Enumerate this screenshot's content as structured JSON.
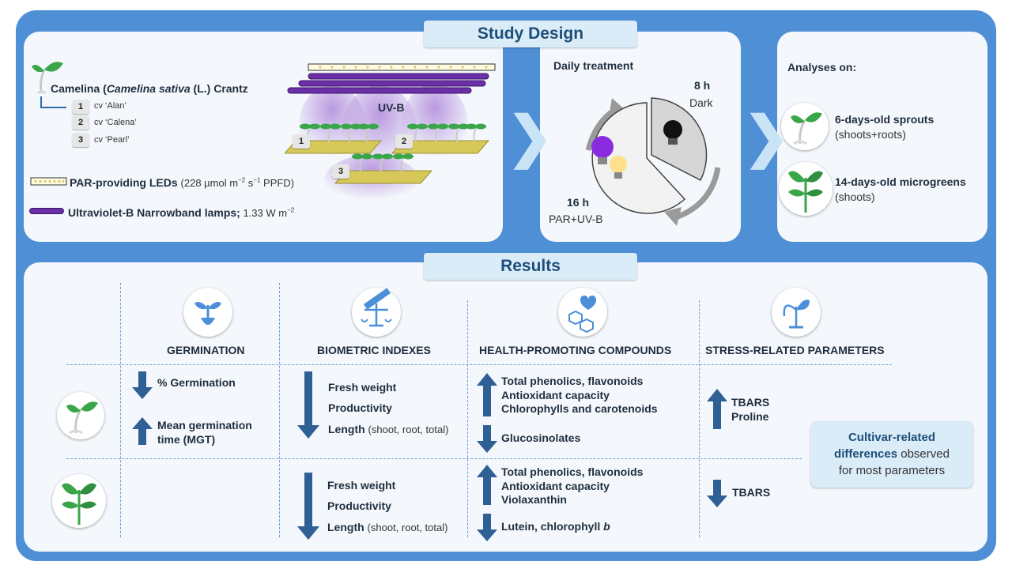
{
  "titles": {
    "study_design": "Study Design",
    "results": "Results"
  },
  "design": {
    "species_common": "Camelina",
    "species_latin": "Camelina sativa",
    "species_author": "(L.) Crantz",
    "cultivars": [
      {
        "num": "1",
        "label": "cv ‘Alan’"
      },
      {
        "num": "2",
        "label": "cv ‘Calena’"
      },
      {
        "num": "3",
        "label": "cv ‘Pearl’"
      }
    ],
    "uvb_label": "UV-B",
    "par_name": "PAR-providing LEDs",
    "par_detail_pre": "(228 µmol m",
    "par_sup1": "−2",
    "par_mid": " s",
    "par_sup2": "−1",
    "par_post": " PPFD)",
    "uv_name": "Ultraviolet-B Narrowband lamps;",
    "uv_detail": " 1.33 W m",
    "uv_sup": "−2",
    "tray_labels": [
      "1",
      "2",
      "3"
    ]
  },
  "daily": {
    "title": "Daily treatment",
    "dark_hours": "8 h",
    "dark_label": "Dark",
    "light_hours": "16 h",
    "light_label": "PAR+UV-B"
  },
  "analyses": {
    "title": "Analyses on:",
    "items": [
      {
        "name": "6-days-old sprouts",
        "detail": "(shoots+roots)"
      },
      {
        "name": "14-days-old microgreens",
        "detail": "(shoots)"
      }
    ]
  },
  "results": {
    "headers": [
      "GERMINATION",
      "BIOMETRIC INDEXES",
      "HEALTH-PROMOTING COMPOUNDS",
      "STRESS-RELATED PARAMETERS"
    ],
    "sprouts": {
      "germ_down": "% Germination",
      "germ_up_1": "Mean germination",
      "germ_up_2": "time (MGT)",
      "bio": [
        "Fresh weight",
        "Productivity",
        "Length"
      ],
      "bio_length_detail": "(shoot, root, total)",
      "health_up": [
        "Total phenolics, flavonoids",
        "Antioxidant capacity",
        "Chlorophylls and carotenoids"
      ],
      "health_down": "Glucosinolates",
      "stress_up": [
        "TBARS",
        "Proline"
      ]
    },
    "microgreens": {
      "bio": [
        "Fresh weight",
        "Productivity",
        "Length"
      ],
      "bio_length_detail": "(shoot, root, total)",
      "health_up": [
        "Total phenolics, flavonoids",
        "Antioxidant capacity",
        "Violaxanthin"
      ],
      "health_down_pre": "Lutein, chlorophyll ",
      "health_down_italic": "b",
      "stress_down": "TBARS"
    },
    "cultivar_box": {
      "line1": "Cultivar-related",
      "line2_bold": "differences",
      "line2_rest": " observed",
      "line3": "for most parameters"
    }
  },
  "colors": {
    "frame": "#4f8fd6",
    "panel": "#f4f8fc",
    "title_box": "#d9ecf8",
    "arrow": "#2e5f95",
    "uv": "#7b3fb5",
    "plant": "#3aa64a"
  }
}
